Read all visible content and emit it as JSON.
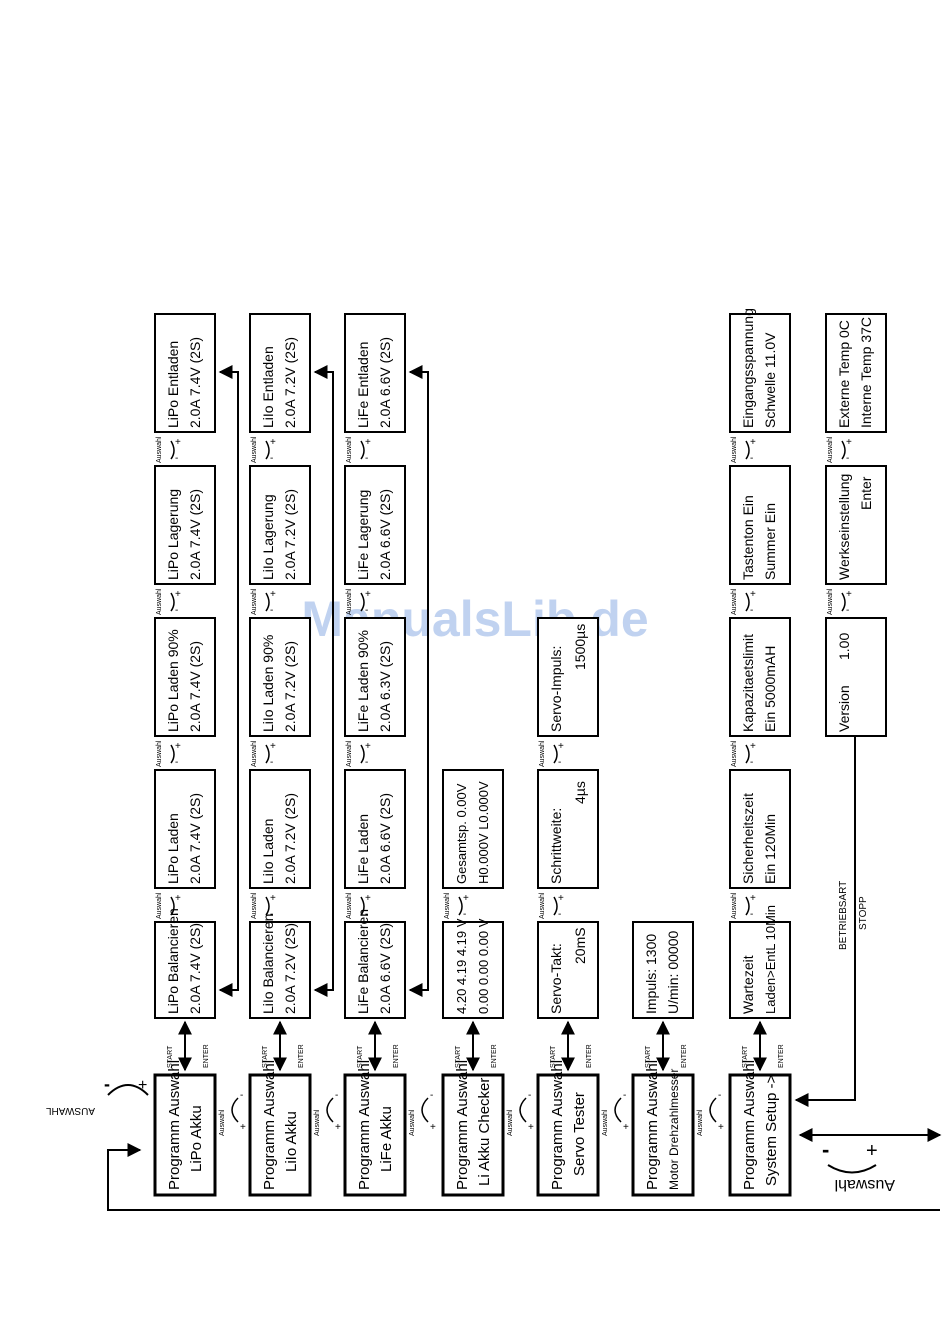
{
  "watermark": "ManualsLib.de",
  "labels": {
    "start": "START",
    "enter": "ENTER",
    "auswahl_small": "Auswahl",
    "auswahl_caps": "AUSWAHL",
    "auswahl_big": "Auswahl",
    "plus": "+",
    "minus": "-",
    "betriebsart": "BETRIEBSART",
    "stopp": "STOPP"
  },
  "main_menu": [
    {
      "line1": "Programm Auswahl",
      "line2": "LiPo Akku"
    },
    {
      "line1": "Programm Auswahl",
      "line2": "LiIo Akku"
    },
    {
      "line1": "Programm Auswahl",
      "line2": "LiFe Akku"
    },
    {
      "line1": "Programm Auswahl",
      "line2": "Li Akku Checker"
    },
    {
      "line1": "Programm Auswahl",
      "line2": "Servo Tester"
    },
    {
      "line1": "Programm Auswahl",
      "line2": "Motor Drehzahlmesser"
    },
    {
      "line1": "Programm Auswahl",
      "line2": "System Setup ->"
    }
  ],
  "submenus": [
    [
      {
        "line1": "LiPo Balancieren",
        "line2": "2.0A   7.4V (2S)"
      },
      {
        "line1": "LiPo Laden",
        "line2": "2.0A   7.4V (2S)"
      },
      {
        "line1": "LiPo Laden 90%",
        "line2": "2.0A   7.4V (2S)"
      },
      {
        "line1": "LiPo Lagerung",
        "line2": "2.0A   7.4V (2S)"
      },
      {
        "line1": "LiPo Entladen",
        "line2": "2.0A   7.4V (2S)"
      }
    ],
    [
      {
        "line1": "LiIo Balancieren",
        "line2": "2.0A   7.2V (2S)"
      },
      {
        "line1": "LiIo Laden",
        "line2": "2.0A   7.2V (2S)"
      },
      {
        "line1": "LiIo Laden 90%",
        "line2": "2.0A   7.2V (2S)"
      },
      {
        "line1": "LiIo Lagerung",
        "line2": "2.0A   7.2V (2S)"
      },
      {
        "line1": "LiIo Entladen",
        "line2": "2.0A   7.2V (2S)"
      }
    ],
    [
      {
        "line1": "LiFe Balancieren",
        "line2": "2.0A   6.6V (2S)"
      },
      {
        "line1": "LiFe Laden",
        "line2": "2.0A   6.6V (2S)"
      },
      {
        "line1": "LiFe Laden 90%",
        "line2": "2.0A   6.3V (2S)"
      },
      {
        "line1": "LiFe Lagerung",
        "line2": "2.0A   6.6V (2S)"
      },
      {
        "line1": "LiFe Entladen",
        "line2": "2.0A   6.6V (2S)"
      }
    ],
    [
      {
        "line1": "4.20   4.19   4.19 V",
        "line2": "0.00   0.00   0.00 V"
      },
      {
        "line1": "Gesamtsp. 0.00V",
        "line2": "H0.000V   L0.000V"
      }
    ],
    [
      {
        "line1": "Servo-Takt:",
        "line2": "20mS"
      },
      {
        "line1": "Schrittweite:",
        "line2": "4µs"
      },
      {
        "line1": "Servo-Impuls:",
        "line2": "1500µs"
      }
    ],
    [
      {
        "line1": "Impuls:        1300",
        "line2": "U/min:      00000"
      }
    ],
    [
      {
        "line1": "Wartezeit",
        "line2": "Laden>EntL 10Min"
      },
      {
        "line1": "Sicherheitszeit",
        "line2": "Ein        120Min"
      },
      {
        "line1": "Kapazitaetslimit",
        "line2": "Ein      5000mAH"
      },
      {
        "line1": "Tastenton        Ein",
        "line2": "Summer          Ein"
      },
      {
        "line1": "Eingangsspannung",
        "line2": "Schwelle       11.0V"
      }
    ],
    [
      {
        "line1": "Version",
        "line2": "1.00"
      },
      {
        "line1": "Werkseinstellung",
        "line2": "Enter"
      },
      {
        "line1": "Externe Temp  0C",
        "line2": "Interne Temp  37C"
      }
    ]
  ]
}
